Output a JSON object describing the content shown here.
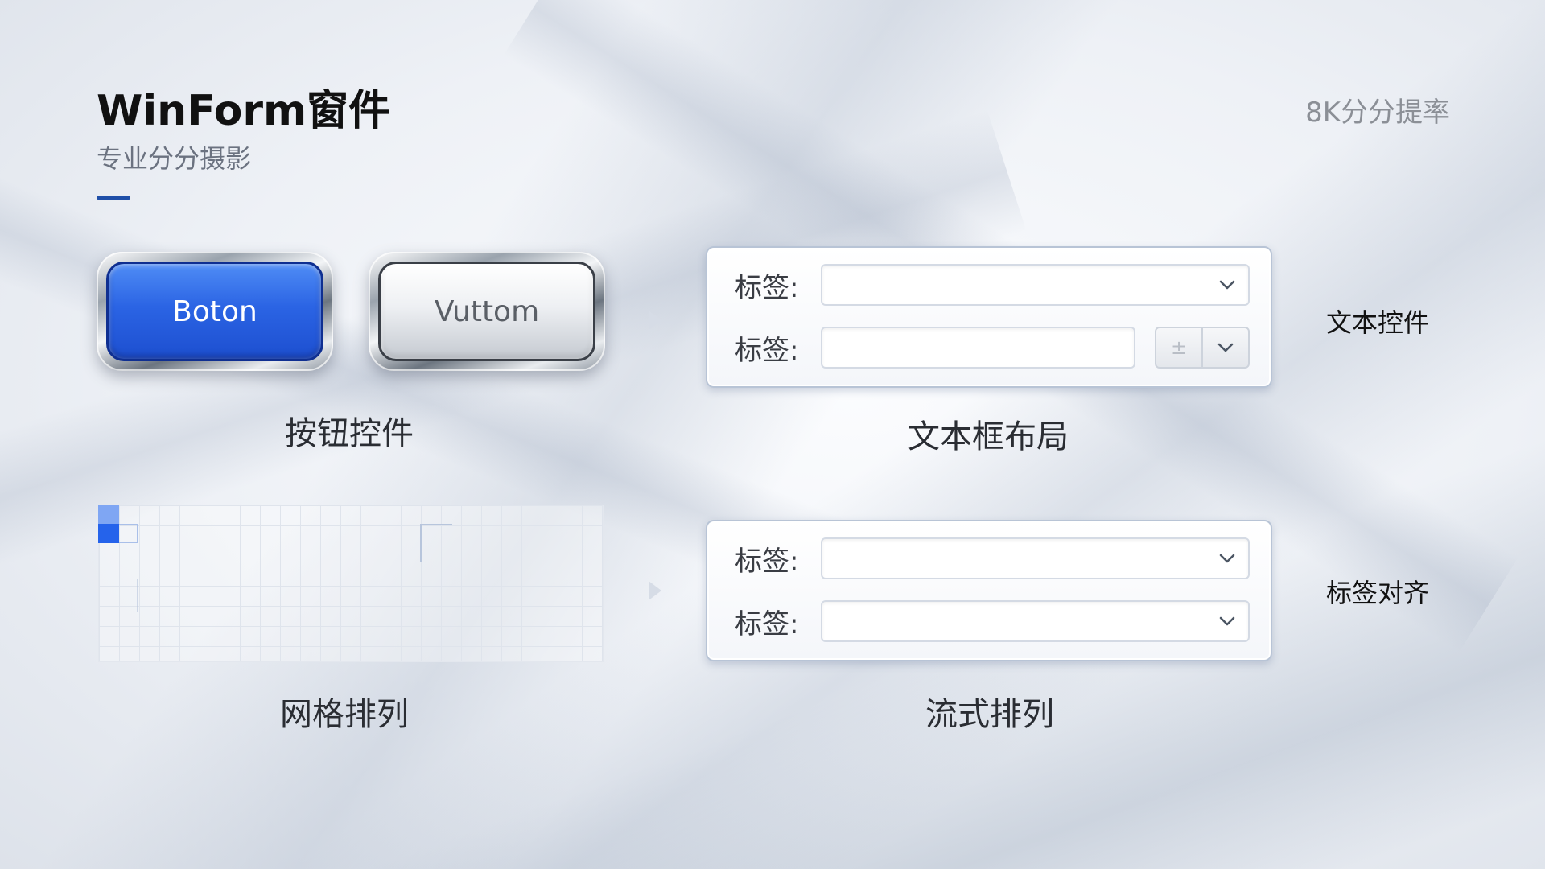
{
  "header": {
    "title": "WinForm窗件",
    "subtitle": "专业分分摄影",
    "resolution": "8K分分提率"
  },
  "buttons": {
    "blue_label": "Boton",
    "silver_label": "Vuttom",
    "caption": "按钮控件"
  },
  "textbox_layout": {
    "row1_label": "标签:",
    "row2_label": "标签:",
    "spin_plus": "±",
    "caption": "文本框布局",
    "side_label": "文本控件"
  },
  "grid_section": {
    "caption": "网格排列"
  },
  "flow_layout": {
    "row1_label": "标签:",
    "row2_label": "标签:",
    "caption": "流式排列",
    "side_label": "标签对齐"
  },
  "colors": {
    "accent": "#1f4fa8",
    "button_blue": "#2b64e4",
    "grid_highlight": "#2563eb"
  },
  "icons": [
    "chevron-down-icon",
    "arrow-right-icon",
    "plus-minus-icon"
  ]
}
